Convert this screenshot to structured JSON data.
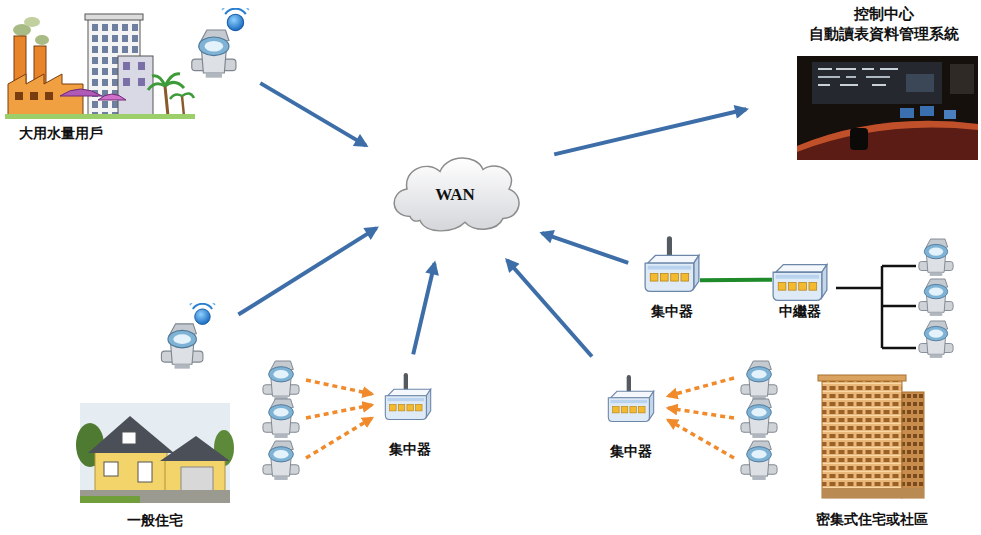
{
  "diagram": {
    "nodes": [
      {
        "text": [
          "大用水量用戶"
        ]
      },
      {
        "text": [
          "控制中心",
          "自動讀表資料管理系統"
        ]
      },
      {
        "text": [
          "WAN"
        ]
      },
      {
        "text": [
          "集中器"
        ]
      },
      {
        "text": [
          "中繼器"
        ]
      },
      {
        "text": [
          "集中器"
        ]
      },
      {
        "text": [
          "集中器"
        ]
      },
      {
        "text": [
          "一般住宅"
        ]
      },
      {
        "text": [
          "密集式住宅或社區"
        ]
      }
    ],
    "edges": [
      {
        "from": 0,
        "to": 2,
        "arrow": "to"
      },
      {
        "from": 2,
        "to": 1,
        "arrow": "to"
      },
      {
        "from": 3,
        "to": 2,
        "arrow": "to"
      },
      {
        "from": 3,
        "to": 4,
        "arrow": "none"
      },
      {
        "from": 7,
        "to": 2,
        "arrow": "to"
      },
      {
        "from": 5,
        "to": 2,
        "arrow": "to"
      },
      {
        "from": 6,
        "to": 2,
        "arrow": "to"
      }
    ]
  }
}
